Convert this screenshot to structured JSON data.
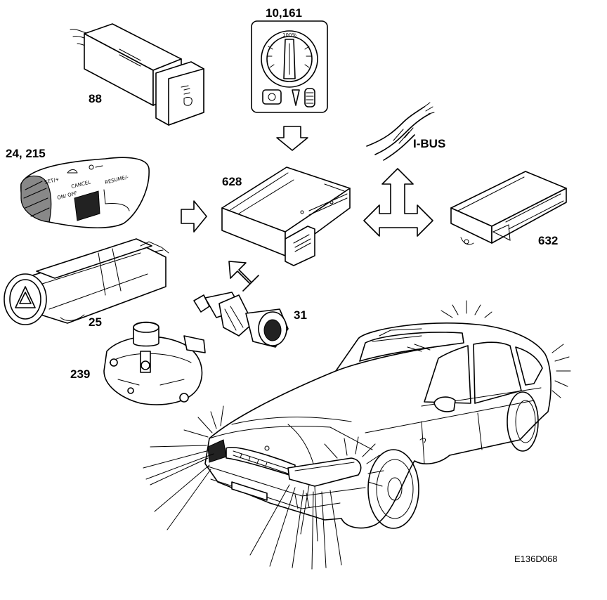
{
  "labels": {
    "switch_88": "88",
    "light_switch": "10,161",
    "stalk": "24, 215",
    "hazard_switch": "25",
    "throttle_unit": "239",
    "ecu": "628",
    "sensor": "31",
    "module": "632",
    "bus": "I-BUS"
  },
  "stalk_text": {
    "set": "SET/+",
    "on_off": "ON/ OFF",
    "cancel": "CANCEL",
    "resume": "RESUME/-"
  },
  "dial_text": "100%",
  "figure_code": "E136D068"
}
